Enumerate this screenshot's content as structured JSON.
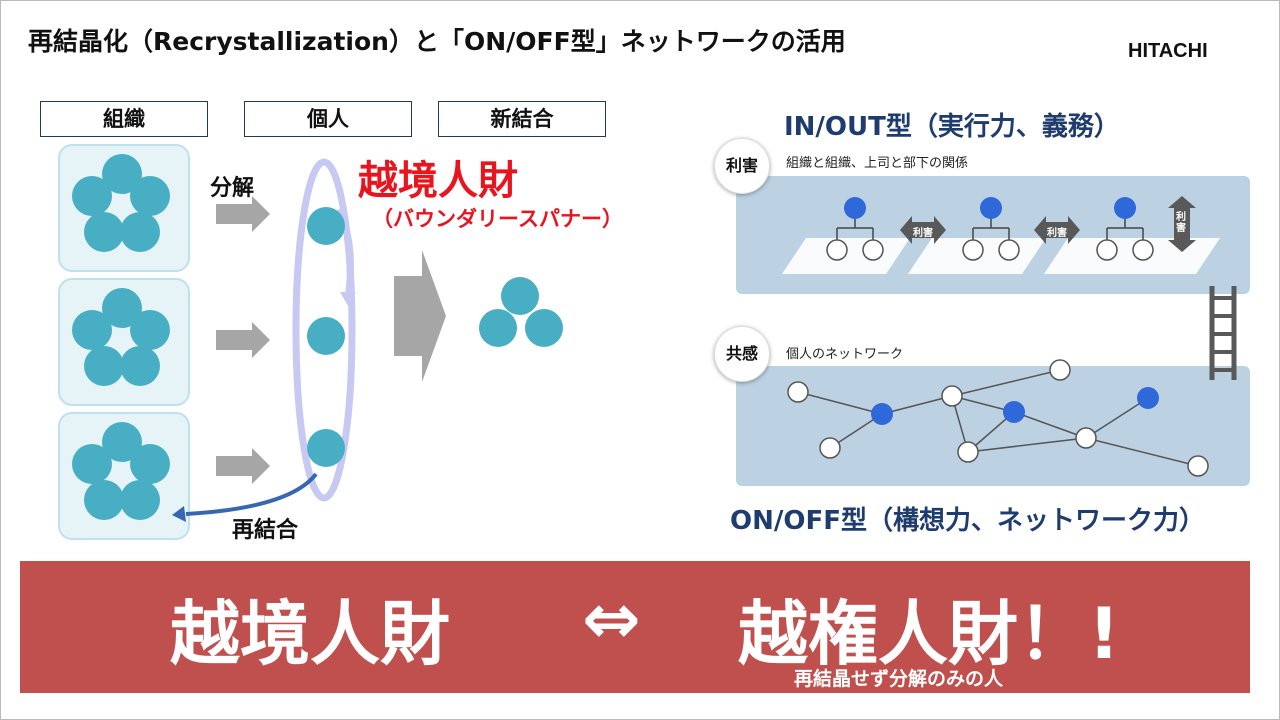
{
  "slide": {
    "title": "再結晶化（Recrystallization）と「ON/OFF型」ネットワークの活用",
    "logo": "HITACHI"
  },
  "left": {
    "headers": [
      "組織",
      "個人",
      "新結合"
    ],
    "decompose_label": "分解",
    "recombine_label": "再結合",
    "boundary_title": "越境人財",
    "boundary_sub": "（バウンダリースパナー）"
  },
  "right": {
    "inout_title": "IN/OUT型（実行力、義務）",
    "inout_badge": "利害",
    "inout_caption": "組織と組織、上司と部下の関係",
    "conflict_label": "利害",
    "onoff_badge": "共感",
    "onoff_caption": "個人のネットワーク",
    "onoff_title": "ON/OFF型（構想力、ネットワーク力）"
  },
  "banner": {
    "left_text": "越境人財",
    "arrow": "⇔",
    "right_text": "越権人財！!",
    "subtext": "再結晶せず分解のみの人"
  },
  "colors": {
    "teal": "#48aec4",
    "red_text": "#e8151f",
    "navy": "#1f3c6e",
    "banner": "#c0504d",
    "node_blue": "#2f68d8"
  }
}
